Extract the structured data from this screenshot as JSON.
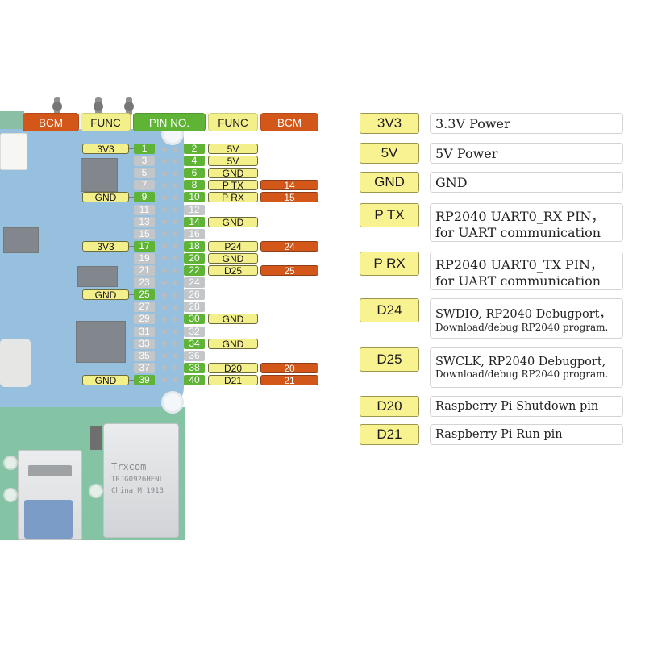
{
  "header": {
    "bcm_left": "BCM",
    "func_left": "FUNC",
    "pin_no": "PIN NO.",
    "func_right": "FUNC",
    "bcm_right": "BCM"
  },
  "pins_left": [
    {
      "num": "1",
      "active": true,
      "func": "3V3",
      "bcm": ""
    },
    {
      "num": "3",
      "active": false,
      "func": "",
      "bcm": ""
    },
    {
      "num": "5",
      "active": false,
      "func": "",
      "bcm": ""
    },
    {
      "num": "7",
      "active": false,
      "func": "",
      "bcm": ""
    },
    {
      "num": "9",
      "active": true,
      "func": "GND",
      "bcm": ""
    },
    {
      "num": "11",
      "active": false,
      "func": "",
      "bcm": ""
    },
    {
      "num": "13",
      "active": false,
      "func": "",
      "bcm": ""
    },
    {
      "num": "15",
      "active": false,
      "func": "",
      "bcm": ""
    },
    {
      "num": "17",
      "active": true,
      "func": "3V3",
      "bcm": ""
    },
    {
      "num": "19",
      "active": false,
      "func": "",
      "bcm": ""
    },
    {
      "num": "21",
      "active": false,
      "func": "",
      "bcm": ""
    },
    {
      "num": "23",
      "active": false,
      "func": "",
      "bcm": ""
    },
    {
      "num": "25",
      "active": true,
      "func": "GND",
      "bcm": ""
    },
    {
      "num": "27",
      "active": false,
      "func": "",
      "bcm": ""
    },
    {
      "num": "29",
      "active": false,
      "func": "",
      "bcm": ""
    },
    {
      "num": "31",
      "active": false,
      "func": "",
      "bcm": ""
    },
    {
      "num": "33",
      "active": false,
      "func": "",
      "bcm": ""
    },
    {
      "num": "35",
      "active": false,
      "func": "",
      "bcm": ""
    },
    {
      "num": "37",
      "active": false,
      "func": "",
      "bcm": ""
    },
    {
      "num": "39",
      "active": true,
      "func": "GND",
      "bcm": ""
    }
  ],
  "pins_right": [
    {
      "num": "2",
      "active": true,
      "func": "5V",
      "bcm": ""
    },
    {
      "num": "4",
      "active": true,
      "func": "5V",
      "bcm": ""
    },
    {
      "num": "6",
      "active": true,
      "func": "GND",
      "bcm": ""
    },
    {
      "num": "8",
      "active": true,
      "func": "P TX",
      "bcm": "14"
    },
    {
      "num": "10",
      "active": true,
      "func": "P RX",
      "bcm": "15"
    },
    {
      "num": "12",
      "active": false,
      "func": "",
      "bcm": ""
    },
    {
      "num": "14",
      "active": true,
      "func": "GND",
      "bcm": ""
    },
    {
      "num": "16",
      "active": false,
      "func": "",
      "bcm": ""
    },
    {
      "num": "18",
      "active": true,
      "func": "P24",
      "bcm": "24"
    },
    {
      "num": "20",
      "active": true,
      "func": "GND",
      "bcm": ""
    },
    {
      "num": "22",
      "active": true,
      "func": "D25",
      "bcm": "25"
    },
    {
      "num": "24",
      "active": false,
      "func": "",
      "bcm": ""
    },
    {
      "num": "26",
      "active": false,
      "func": "",
      "bcm": ""
    },
    {
      "num": "28",
      "active": false,
      "func": "",
      "bcm": ""
    },
    {
      "num": "30",
      "active": true,
      "func": "GND",
      "bcm": ""
    },
    {
      "num": "32",
      "active": false,
      "func": "",
      "bcm": ""
    },
    {
      "num": "34",
      "active": true,
      "func": "GND",
      "bcm": ""
    },
    {
      "num": "36",
      "active": false,
      "func": "",
      "bcm": ""
    },
    {
      "num": "38",
      "active": true,
      "func": "D20",
      "bcm": "20"
    },
    {
      "num": "40",
      "active": true,
      "func": "D21",
      "bcm": "21"
    }
  ],
  "legend": [
    {
      "key": "3V3",
      "lines": [
        "3.3V Power"
      ],
      "size": "big"
    },
    {
      "key": "5V",
      "lines": [
        "5V Power"
      ],
      "size": "big"
    },
    {
      "key": "GND",
      "lines": [
        "GND"
      ],
      "size": "big"
    },
    {
      "key": "P TX",
      "lines": [
        "RP2040 UART0_RX PIN，",
        "for UART communication"
      ],
      "size": "big"
    },
    {
      "key": "P RX",
      "lines": [
        "RP2040 UART0_TX PIN，",
        "for UART communication"
      ],
      "size": "big"
    },
    {
      "key": "D24",
      "lines": [
        "SWDIO, RP2040 Debugport，",
        "Download/debug RP2040 program."
      ],
      "size": "mixed"
    },
    {
      "key": "D25",
      "lines": [
        "SWCLK, RP2040 Debugport,",
        "Download/debug RP2040 program."
      ],
      "size": "mixed"
    },
    {
      "key": "D20",
      "lines": [
        "Raspberry Pi Shutdown pin"
      ],
      "size": "mid"
    },
    {
      "key": "D21",
      "lines": [
        "Raspberry Pi Run pin"
      ],
      "size": "mid"
    }
  ],
  "board": {
    "eth_lines": [
      "Trxcom",
      "TRJG0926HENL",
      "China M 1913"
    ]
  }
}
